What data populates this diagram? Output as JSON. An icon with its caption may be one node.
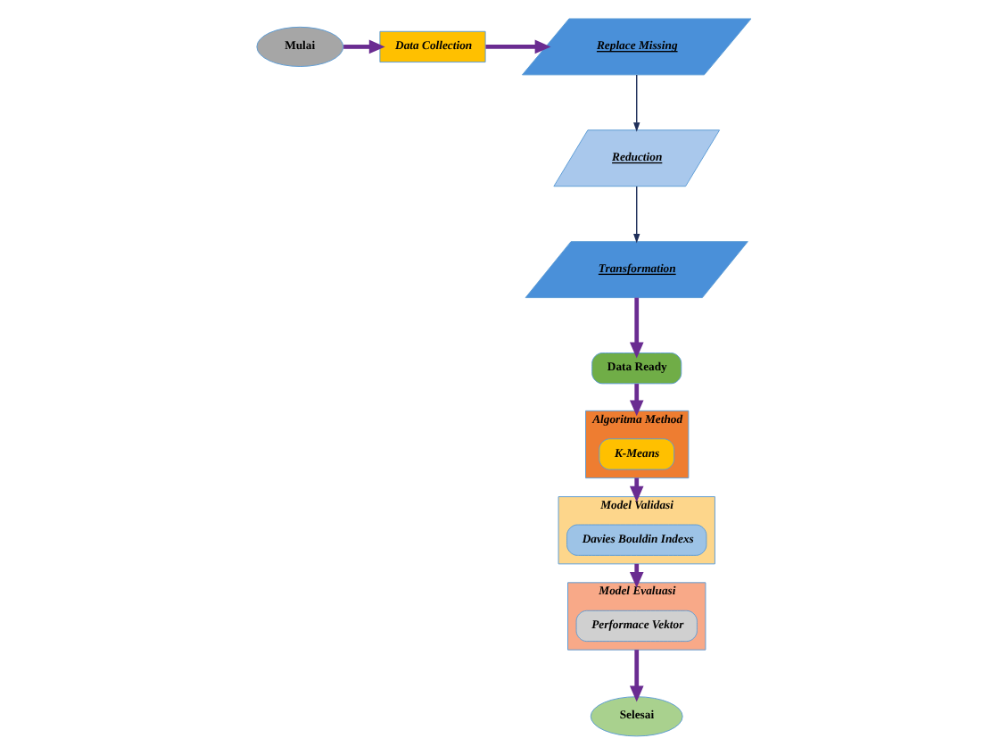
{
  "diagram": {
    "nodes": [
      {
        "text": [
          "Mulai"
        ]
      },
      {
        "text": [
          "Data Collection"
        ]
      },
      {
        "text": [
          "Replace Missing"
        ]
      },
      {
        "text": [
          "Reduction"
        ]
      },
      {
        "text": [
          "Transformation"
        ]
      },
      {
        "text": [
          "Data Ready"
        ]
      },
      {
        "text": [
          "Algoritma Method"
        ]
      },
      {
        "text": [
          "K-Means"
        ],
        "in": 6
      },
      {
        "text": [
          "Model Validasi"
        ]
      },
      {
        "text": [
          "Davies Bouldin Indexs"
        ],
        "in": 8
      },
      {
        "text": [
          "Model Evaluasi"
        ]
      },
      {
        "text": [
          "Performace Vektor"
        ],
        "in": 10
      },
      {
        "text": [
          "Selesai"
        ]
      }
    ],
    "edges": [
      {
        "from": 0,
        "to": 1,
        "arrow": "to"
      },
      {
        "from": 1,
        "to": 2,
        "arrow": "to"
      },
      {
        "from": 2,
        "to": 3,
        "arrow": "to",
        "color": "#1f2f5a"
      },
      {
        "from": 3,
        "to": 4,
        "arrow": "to",
        "color": "#1f2f5a"
      },
      {
        "from": 4,
        "to": 5,
        "arrow": "to"
      },
      {
        "from": 5,
        "to": 6,
        "arrow": "to"
      },
      {
        "from": 6,
        "to": 8,
        "arrow": "to"
      },
      {
        "from": 8,
        "to": 10,
        "arrow": "to"
      },
      {
        "from": 10,
        "to": 12,
        "arrow": "to"
      }
    ]
  }
}
